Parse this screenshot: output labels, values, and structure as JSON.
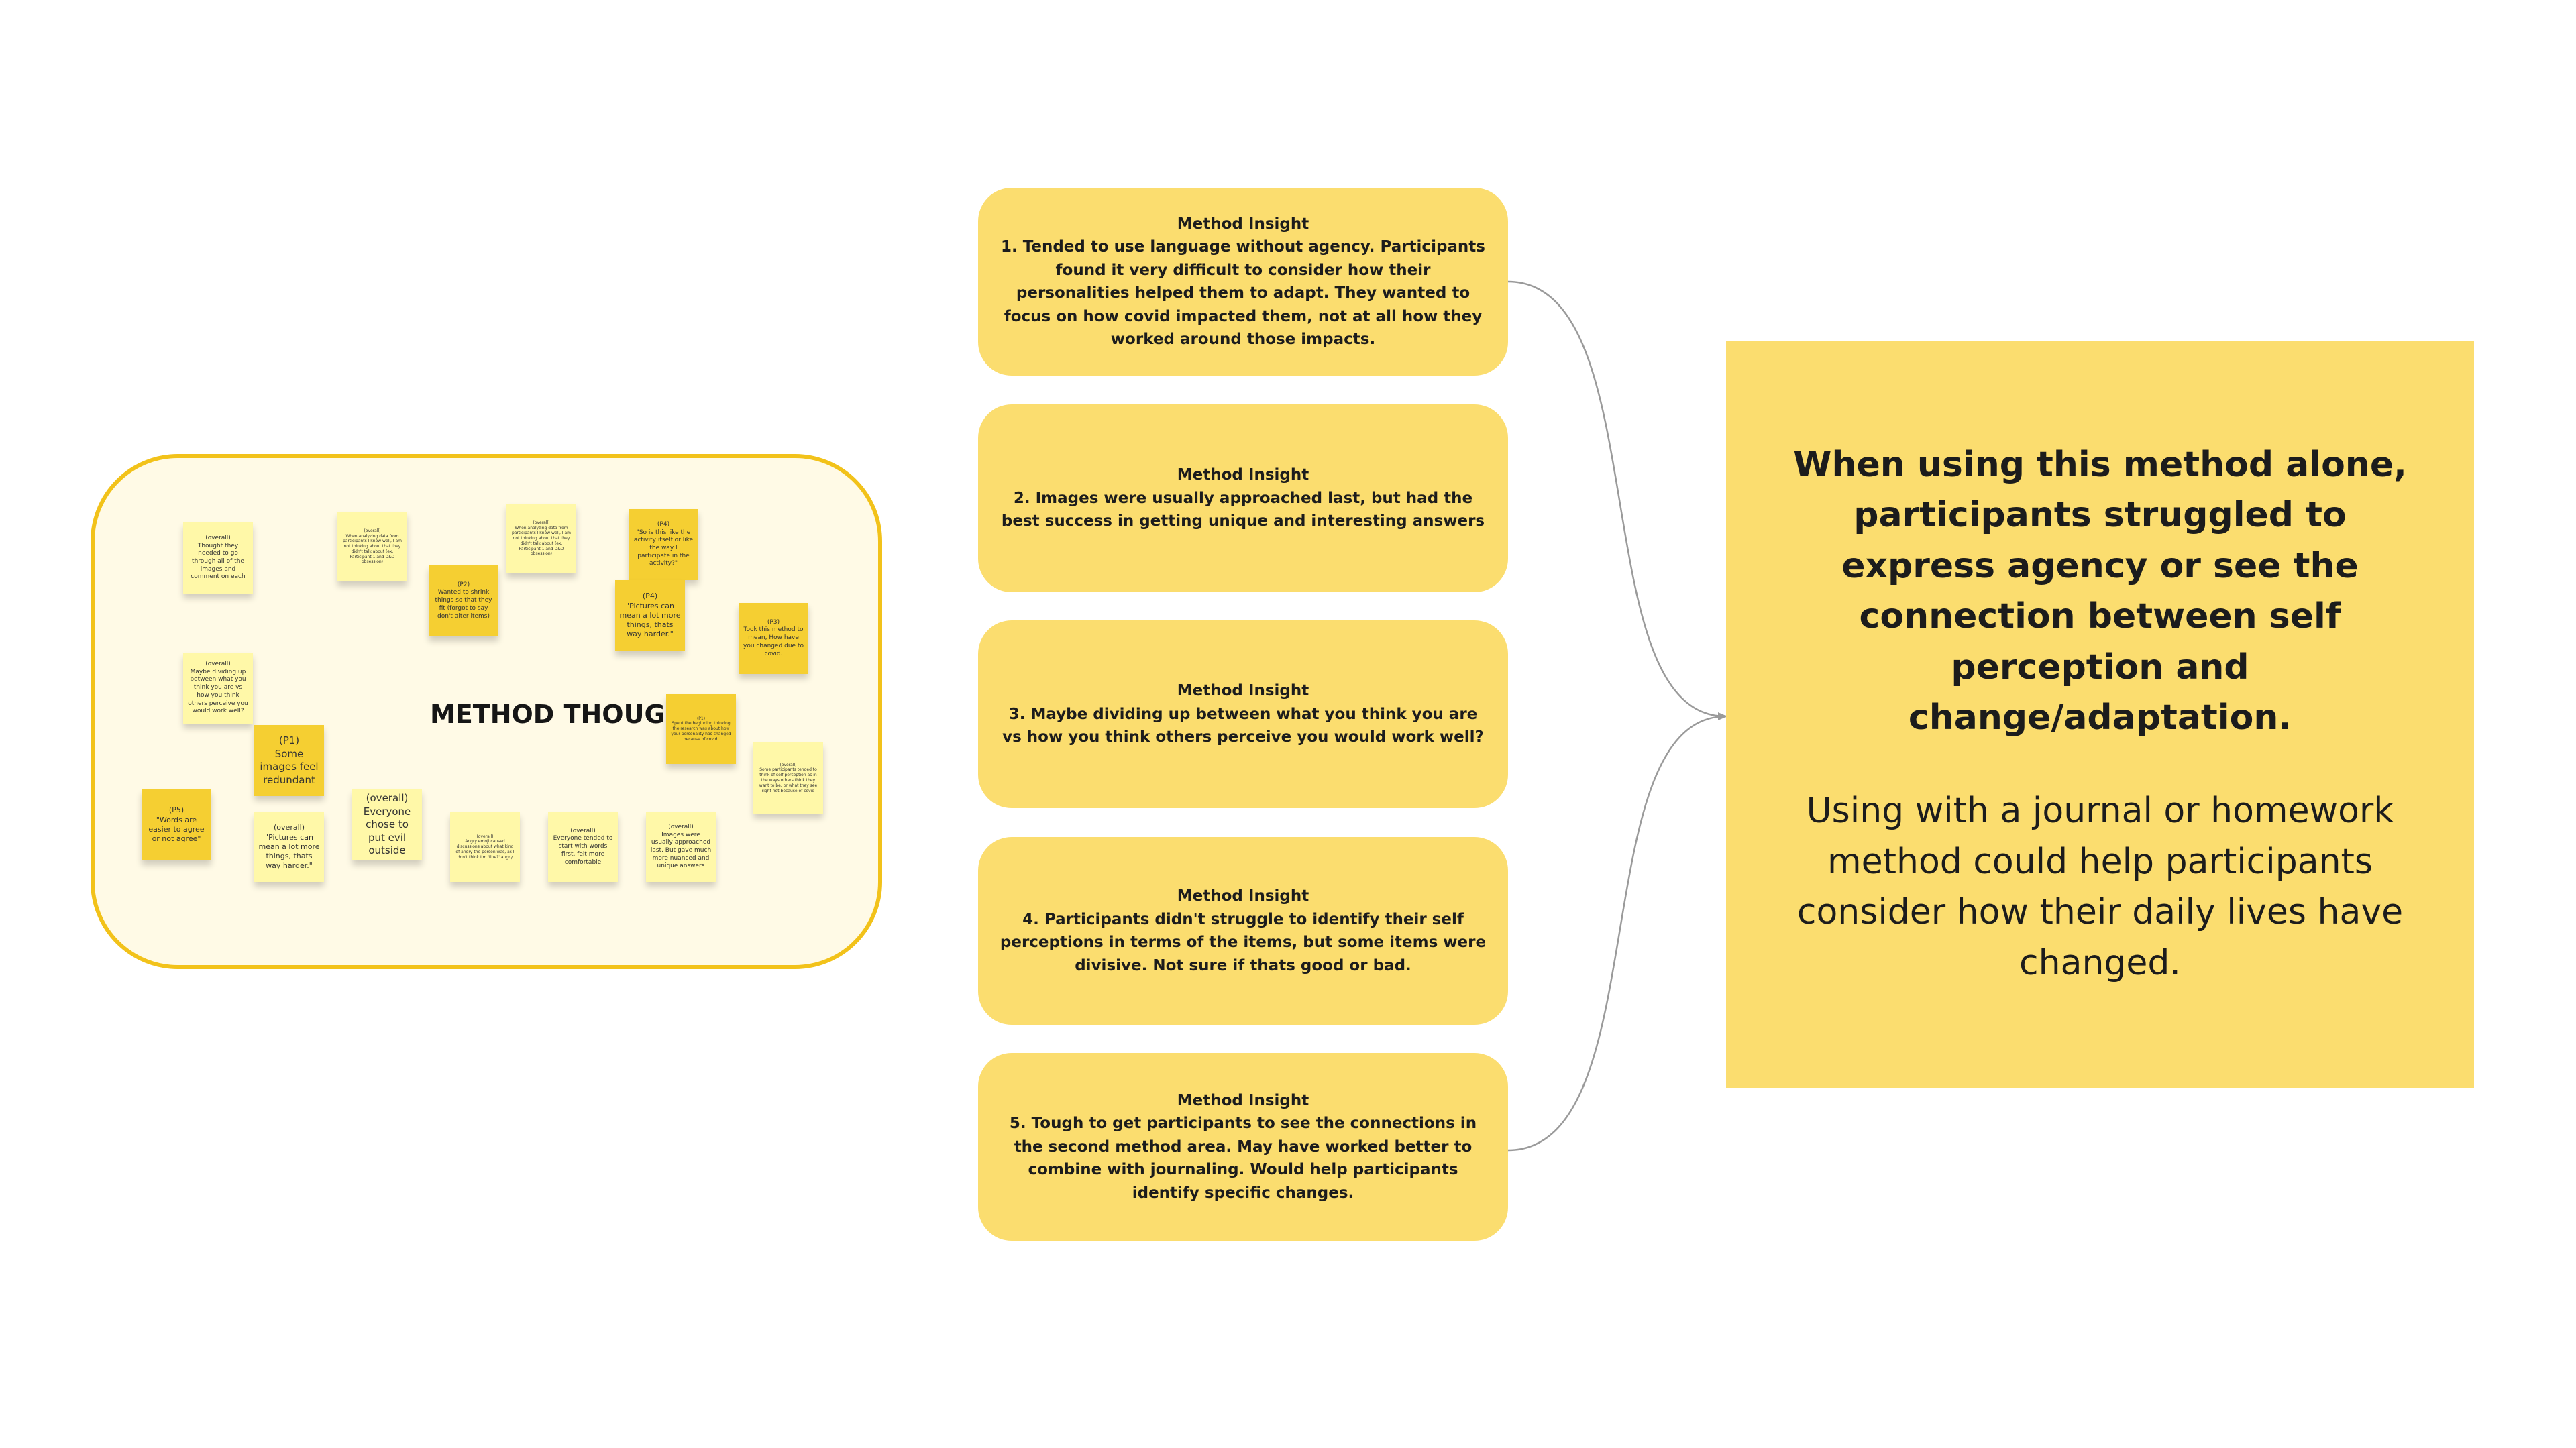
{
  "frame": {
    "title": "METHOD THOUGHTS",
    "stickies": [
      {
        "text": "(overall)\nThought they needed to go through all of the images and comment on each",
        "tone": "light",
        "size": "s"
      },
      {
        "text": "(overall)\nWhen analyzing data from participants I know well, I am not thinking about that they didn't talk about (ex. Participant 1 and D&D obsession)",
        "tone": "light",
        "size": "xs"
      },
      {
        "text": "(P2)\nWanted to shrink things so that they fit (forgot to say don't alter items)",
        "tone": "dark",
        "size": "s"
      },
      {
        "text": "(overall)\nWhen analyzing data from participants I know well, I am not thinking about that they didn't talk about (ex. Participant 1 and D&D obsession)",
        "tone": "light",
        "size": "xs"
      },
      {
        "text": "(P4)\n\"So is this like the activity itself or like the way I participate in the activity?\"",
        "tone": "dark",
        "size": "s"
      },
      {
        "text": "(P4)\n\"Pictures can mean a lot more things, thats way harder.\"",
        "tone": "dark",
        "size": "m"
      },
      {
        "text": "(P3)\nTook this method to mean, How have you changed due to covid.",
        "tone": "dark",
        "size": "s"
      },
      {
        "text": "(overall)\nMaybe dividing up between what you think you are vs how you think others perceive you would work well?",
        "tone": "light",
        "size": "s"
      },
      {
        "text": "(P1)\nSpent the beginning thinking the research was about how your personality has changed because of covid.",
        "tone": "dark",
        "size": "xs"
      },
      {
        "text": "(P1)\nSome images feel redundant",
        "tone": "dark",
        "size": "l"
      },
      {
        "text": "(overall)\nSome participants tended to think of self perception as in the ways others think they want to be, or what they see right not because of covid",
        "tone": "light",
        "size": "xs"
      },
      {
        "text": "(P5)\n\"Words are easier to agree or not agree\"",
        "tone": "dark",
        "size": "m"
      },
      {
        "text": "(overall)\n\"Pictures can mean a lot more things, thats way harder.\"",
        "tone": "light",
        "size": "m"
      },
      {
        "text": "(overall)\nEveryone chose to put evil outside",
        "tone": "light",
        "size": "l"
      },
      {
        "text": "(overall)\nAngry emoji caused discussions about what kind of angry the person was, as I don't think I'm 'fine?' angry",
        "tone": "light",
        "size": "xs"
      },
      {
        "text": "(overall)\nEveryone tended to start with words first, felt more comfortable",
        "tone": "light",
        "size": "s"
      },
      {
        "text": "(overall)\nImages were usually approached last. But gave much more nuanced and unique answers",
        "tone": "light",
        "size": "s"
      }
    ]
  },
  "insights": [
    {
      "head": "Method Insight",
      "body": "1. Tended to use language without agency. Participants found it very difficult to consider how their personalities helped them to adapt. They wanted to focus on how covid impacted them, not at all how they worked around those impacts."
    },
    {
      "head": "Method Insight",
      "body": "2. Images were usually approached last, but had the best success in getting unique and interesting answers"
    },
    {
      "head": "Method Insight",
      "body": "3. Maybe dividing up between what you think you are vs how you think others perceive you would work well?"
    },
    {
      "head": "Method Insight",
      "body": "4. Participants didn't struggle to identify their self perceptions in terms of the items, but some items were divisive. Not sure if thats good or bad."
    },
    {
      "head": "Method Insight",
      "body": "5. Tough to get participants to see the connections in the second method area. May have worked better to combine with journaling. Would help participants identify specific changes."
    }
  ],
  "conclusion": {
    "lead": "When using this method alone, participants struggled to express agency or see the connection between self perception and change/adaptation.",
    "follow": "Using with a journal or homework method could help participants consider how their daily lives have changed."
  },
  "colors": {
    "frame_border": "#f2c21a",
    "frame_fill": "#fffae6",
    "card_fill": "#fbdd6f",
    "sticky_light": "#fff8a8",
    "sticky_dark": "#f5cf32",
    "connector": "#9a9a9a"
  }
}
